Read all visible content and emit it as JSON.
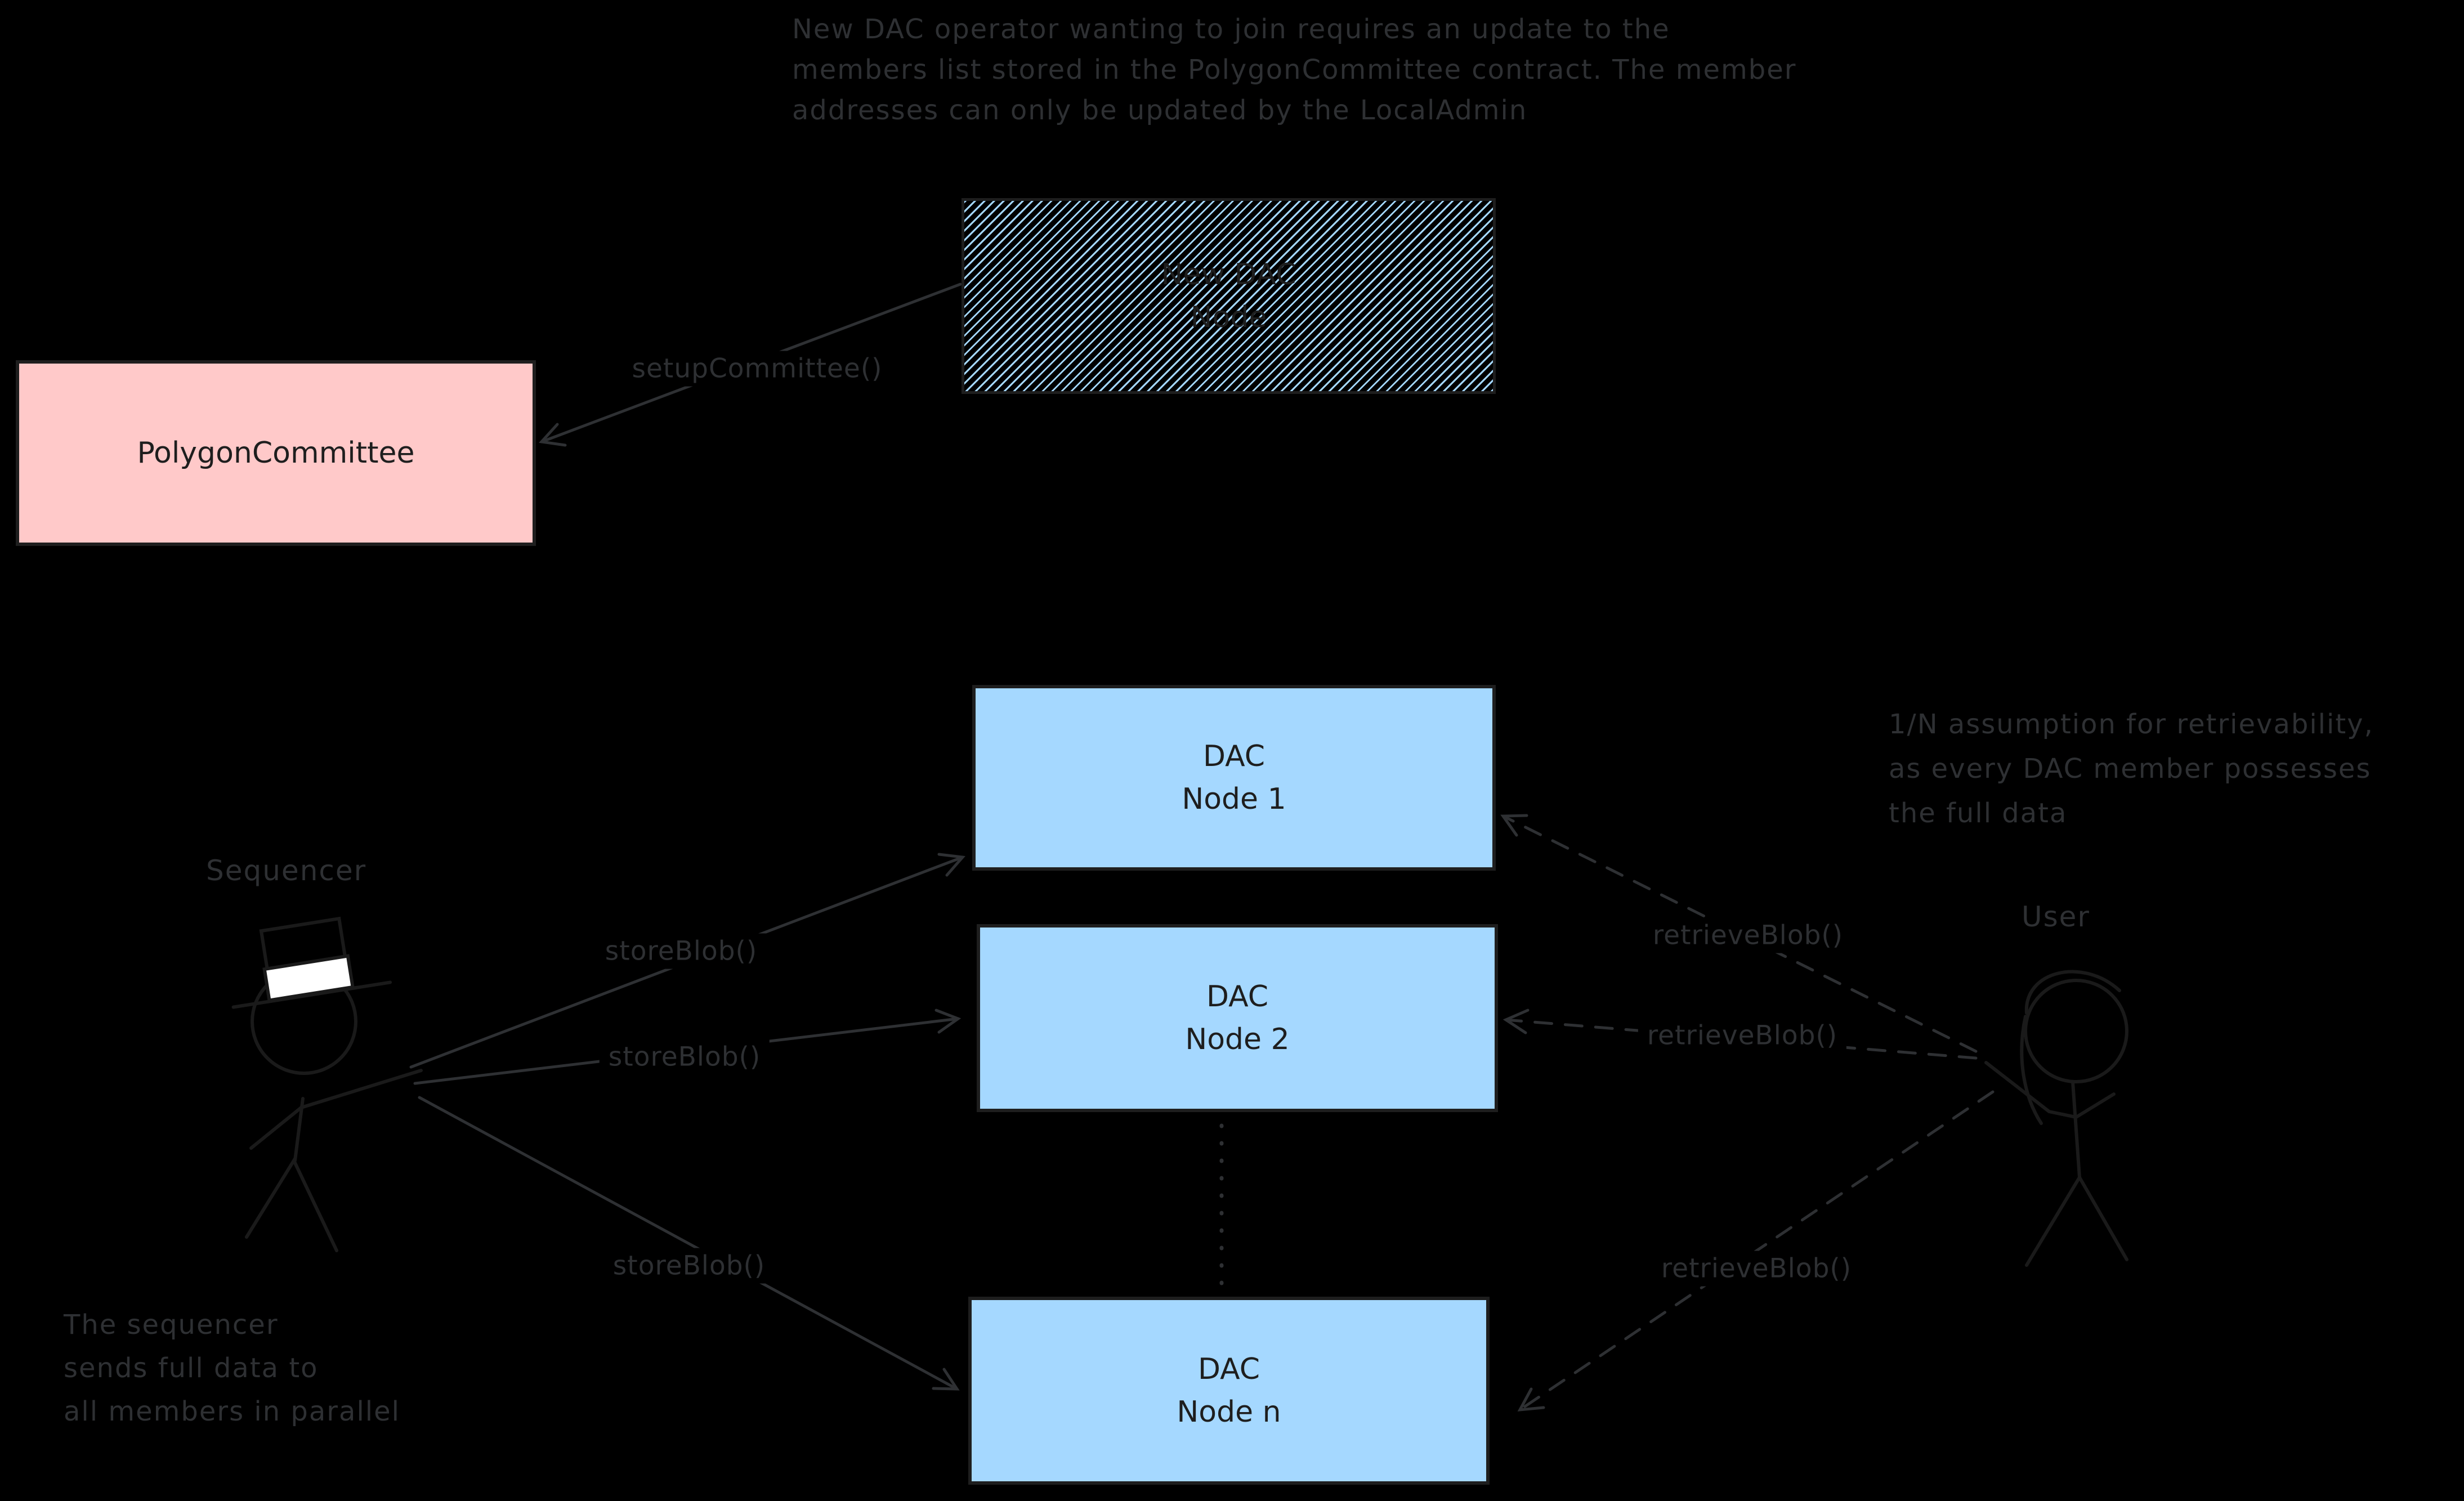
{
  "colors": {
    "background": "#000000",
    "ink": "#2e3033",
    "figure_stroke": "#1a1a1a",
    "box_border": "#1e1e1e",
    "box_text": "#1e1e1e",
    "blue_fill": "#a5d8ff",
    "pink_fill": "#ffc9c9",
    "hatch_line": "#a5d8ff",
    "hat_band": "#ffffff"
  },
  "notes": {
    "top": "New DAC operator wanting to join requires an update to the\nmembers list stored in the PolygonCommittee contract. The member\naddresses can only be updated by the LocalAdmin",
    "right": "1/N assumption for retrievability,\nas every DAC member possesses\nthe full data",
    "bottom_left": "The sequencer\nsends full data to\nall members in parallel"
  },
  "boxes": {
    "new_dac_node": {
      "label": "New DAC\nNode",
      "fill": "hatched"
    },
    "polygon_committee": {
      "label": "PolygonCommittee",
      "fill": "#ffc9c9"
    },
    "dac_node_1": {
      "label": "DAC\nNode 1",
      "fill": "#a5d8ff"
    },
    "dac_node_2": {
      "label": "DAC\nNode 2",
      "fill": "#a5d8ff"
    },
    "dac_node_n": {
      "label": "DAC\nNode n",
      "fill": "#a5d8ff"
    }
  },
  "actors": {
    "sequencer": {
      "label": "Sequencer"
    },
    "user": {
      "label": "User"
    }
  },
  "edges": {
    "setup_committee": {
      "label": "setupCommittee()",
      "style": "solid"
    },
    "store_blob_1": {
      "label": "storeBlob()",
      "style": "solid"
    },
    "store_blob_2": {
      "label": "storeBlob()",
      "style": "solid"
    },
    "store_blob_3": {
      "label": "storeBlob()",
      "style": "solid"
    },
    "retrieve_blob_1": {
      "label": "retrieveBlob()",
      "style": "dashed"
    },
    "retrieve_blob_2": {
      "label": "retrieveBlob()",
      "style": "dashed"
    },
    "retrieve_blob_3": {
      "label": "retrieveBlob()",
      "style": "dashed"
    }
  }
}
